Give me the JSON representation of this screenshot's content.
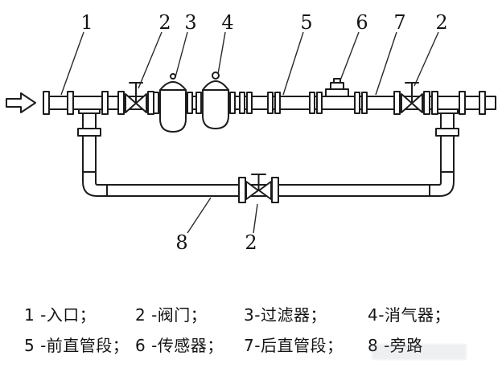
{
  "colors": {
    "line": "#1c1c1c",
    "background": "#ffffff"
  },
  "diagram": {
    "callouts": [
      "1",
      "2",
      "3",
      "4",
      "5",
      "6",
      "7",
      "2",
      "8",
      "2"
    ]
  },
  "legend": {
    "rows": [
      [
        "1 -入口；",
        "2 -阀门；",
        "3-过滤器；",
        "4-消气器；"
      ],
      [
        "5 -前直管段；",
        "6 -传感器；",
        "7-后直管段；",
        "8 -旁路"
      ]
    ]
  }
}
